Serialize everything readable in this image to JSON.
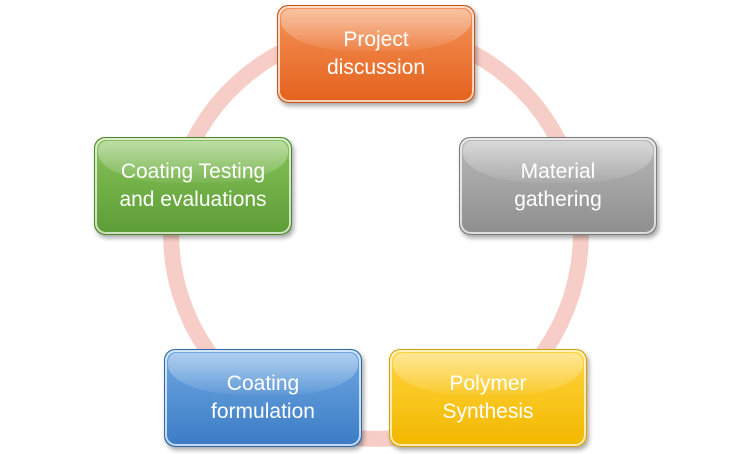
{
  "diagram": {
    "type": "cycle",
    "arrow_color": "#f4c6bd",
    "steps": [
      {
        "id": "project",
        "label": "Project\ndiscussion",
        "color_top": "#f4935a",
        "color_bottom": "#e4621c",
        "border": "#c4561a"
      },
      {
        "id": "material",
        "label": "Material\ngathering",
        "color_top": "#b9b9b9",
        "color_bottom": "#8e8e8e",
        "border": "#7c7c7c"
      },
      {
        "id": "polymer",
        "label": "Polymer\nSynthesis",
        "color_top": "#ffd43d",
        "color_bottom": "#f2b800",
        "border": "#d6a200"
      },
      {
        "id": "formulation",
        "label": "Coating\nformulation",
        "color_top": "#6fa8e2",
        "color_bottom": "#3b7cc5",
        "border": "#2f6aab"
      },
      {
        "id": "testing",
        "label": "Coating Testing\nand evaluations",
        "color_top": "#86c35a",
        "color_bottom": "#5d9d35",
        "border": "#4e862b"
      }
    ]
  }
}
